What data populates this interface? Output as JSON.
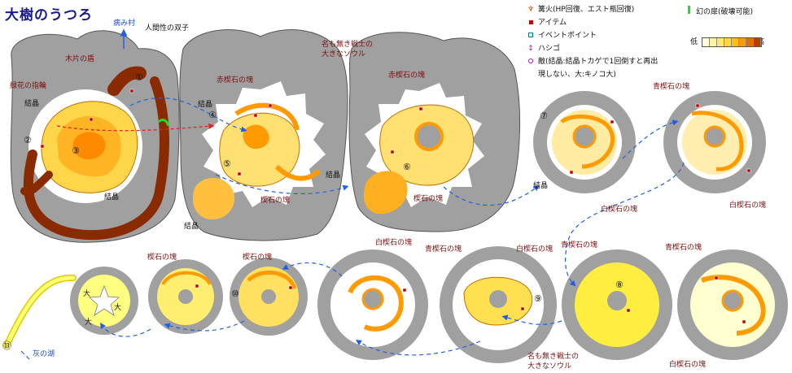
{
  "title": "大樹のうつろ",
  "legend": {
    "bonfire": "篝火(HP回復、エスト瓶回復)",
    "item": "アイテム",
    "event": "イベントポイント",
    "ladder": "ハシゴ",
    "enemy_line1": "敵(結晶:結晶トカゲで1回倒すと再出",
    "enemy_line2": "現しない、大:キノコ大)",
    "illusory_wall": "幻の扉(破壊可能)",
    "gradient_low": "低",
    "gradient_high": "高",
    "gradient_colors": [
      "#fffde0",
      "#fff3a0",
      "#ffe770",
      "#ffd840",
      "#ffc010",
      "#ff9a00",
      "#e07000",
      "#b84000"
    ]
  },
  "labels": {
    "twins": "人間性の双子",
    "blighttown": "病み村",
    "wood_shield": "木片の盾",
    "green_ring": "緑花の指輪",
    "crystal": "結晶",
    "red_titanite_1": "赤楔石の塊",
    "red_titanite_2": "赤楔石の塊",
    "nameless_soul_1_l1": "名も無き戦士の",
    "nameless_soul_1_l2": "大きなソウル",
    "titanite_chunk_1": "楔石の塊",
    "titanite_chunk_2": "楔石の塊",
    "titanite_chunk_3": "楔石の塊",
    "blue_titanite_1": "青楔石の塊",
    "blue_titanite_2": "青楔石の塊",
    "white_titanite_1": "白楔石の塊",
    "white_titanite_2": "白楔石の塊",
    "white_titanite_3": "白楔石の塊",
    "white_titanite_4": "白楔石の塊",
    "white_titanite_5": "白楔石の塊",
    "nameless_soul_2_l1": "名も無き戦士の",
    "nameless_soul_2_l2": "大きなソウル",
    "ash_lake": "灰の湖",
    "large": "大"
  },
  "markers": [
    "①",
    "②",
    "③",
    "④",
    "⑤",
    "⑥",
    "⑦",
    "⑧",
    "⑨",
    "⑩",
    "⑪"
  ]
}
